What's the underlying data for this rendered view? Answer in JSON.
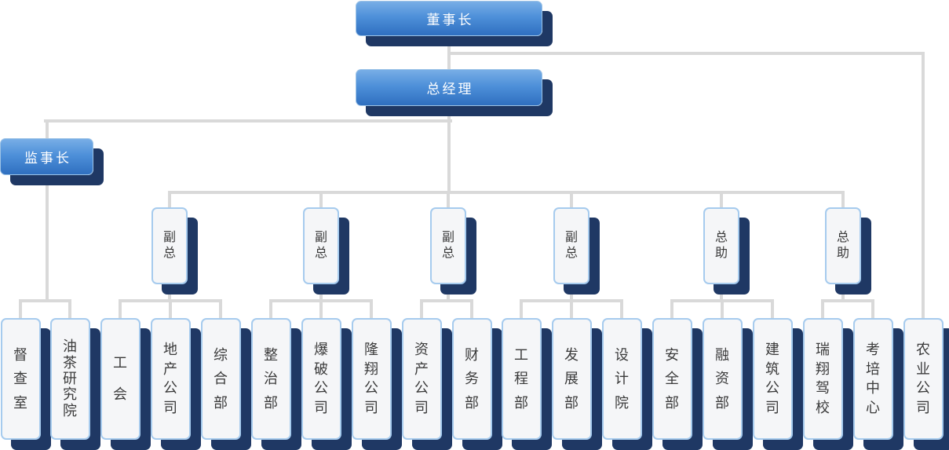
{
  "colors": {
    "node-blue-top": "#78AEE6",
    "node-blue-bottom": "#2F6FC0",
    "node-blue-border": "#9DC3E6",
    "shadow-navy": "#1F3864",
    "white-box-fill": "#F5F6F8",
    "white-box-border": "#A6CBEE",
    "connector-gray": "#D9D9D9",
    "text-dark": "#3B3B3B",
    "text-light": "#FFFFFF"
  },
  "org_chart": {
    "chairman": {
      "label": "董事长"
    },
    "general_manager": {
      "label": "总经理"
    },
    "supervisor": {
      "label": "监事长",
      "children": [
        "督查室",
        "油茶研究院"
      ]
    },
    "executives": [
      {
        "label": "副总",
        "children": [
          "工会",
          "地产公司",
          "综合部"
        ]
      },
      {
        "label": "副总",
        "children": [
          "整治部",
          "爆破公司",
          "隆翔公司"
        ]
      },
      {
        "label": "副总",
        "children": [
          "资产公司",
          "财务部"
        ]
      },
      {
        "label": "副总",
        "children": [
          "工程部",
          "发展部",
          "设计院"
        ]
      },
      {
        "label": "总助",
        "children": [
          "安全部",
          "融资部",
          "建筑公司"
        ]
      },
      {
        "label": "总助",
        "children": [
          "瑞翔驾校",
          "考培中心"
        ]
      }
    ],
    "chairman_direct_children": [
      "农业公司"
    ]
  }
}
